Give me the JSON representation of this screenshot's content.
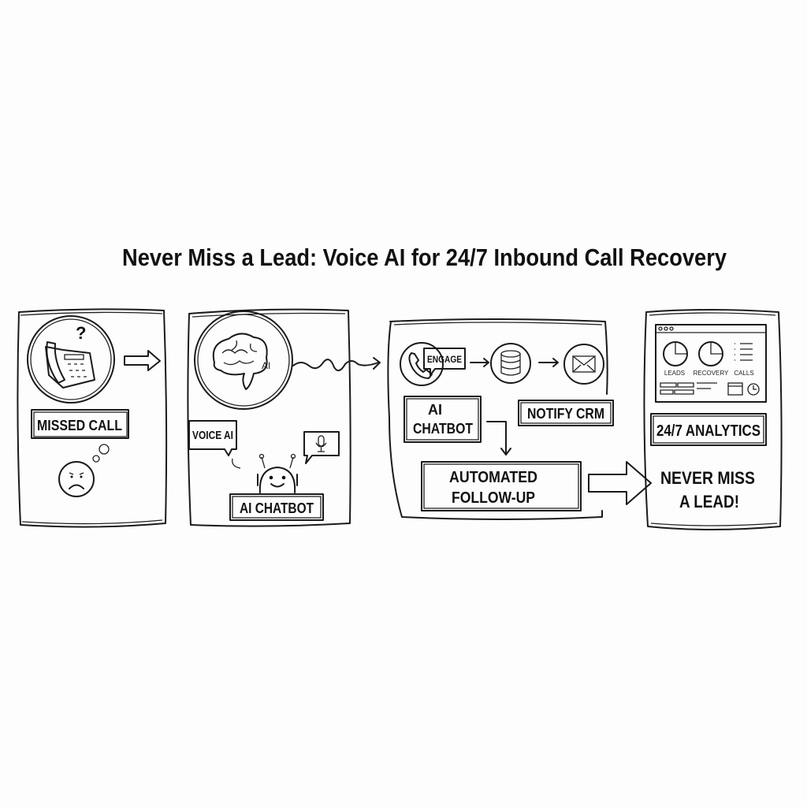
{
  "title": "Never Miss a Lead: Voice AI for 24/7 Inbound Call Recovery",
  "panels": {
    "missed": {
      "label": "MISSED CALL",
      "icons": [
        "phone-icon",
        "question-mark-icon",
        "sad-face-icon",
        "thought-bubble-icon"
      ]
    },
    "voice_ai": {
      "brain_tag": "AI",
      "bubble": "VOICE AI",
      "label": "AI CHATBOT",
      "icons": [
        "brain-icon",
        "microphone-icon",
        "robot-icon"
      ]
    },
    "workflow": {
      "engage": "ENGAGE",
      "chatbot": "AI CHATBOT",
      "chatbot_line1": "AI",
      "chatbot_line2": "CHATBOT",
      "notify": "NOTIFY CRM",
      "followup_line1": "AUTOMATED",
      "followup_line2": "FOLLOW-UP",
      "icons": [
        "phone-icon",
        "database-icon",
        "envelope-icon"
      ]
    },
    "result": {
      "dashboard": {
        "labels": [
          "LEADS",
          "RECOVERY",
          "CALLS"
        ]
      },
      "analytics": "24/7 ANALYTICS",
      "outcome_line1": "NEVER MISS",
      "outcome_line2": "A LEAD!"
    }
  },
  "colors": {
    "ink": "#1a1a1a",
    "background": "#fdfdfd"
  }
}
